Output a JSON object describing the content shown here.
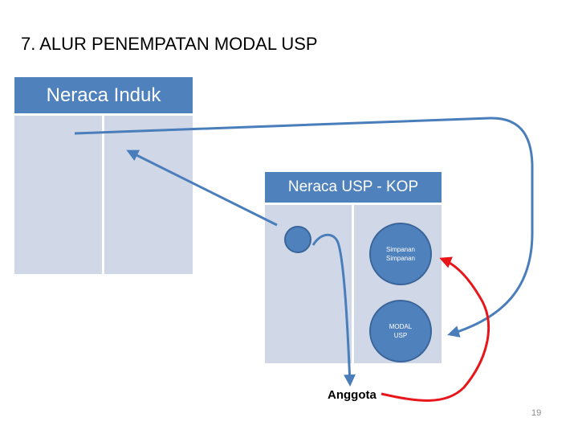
{
  "title": "7. ALUR PENEMPATAN MODAL USP",
  "neraca_induk": {
    "header": "Neraca Induk"
  },
  "neraca_usp": {
    "header": "Neraca USP - KOP",
    "simpanan_line1": "Simpanan",
    "simpanan_line2": "Simpanan",
    "modal_line1": "MODAL",
    "modal_line2": "USP"
  },
  "anggota_label": "Anggota",
  "page_number": "19",
  "colors": {
    "header_fill": "#4f81bd",
    "column_fill": "#d0d8e8",
    "blue_arrow": "#4a7ebb",
    "red_arrow": "#e8161b"
  }
}
